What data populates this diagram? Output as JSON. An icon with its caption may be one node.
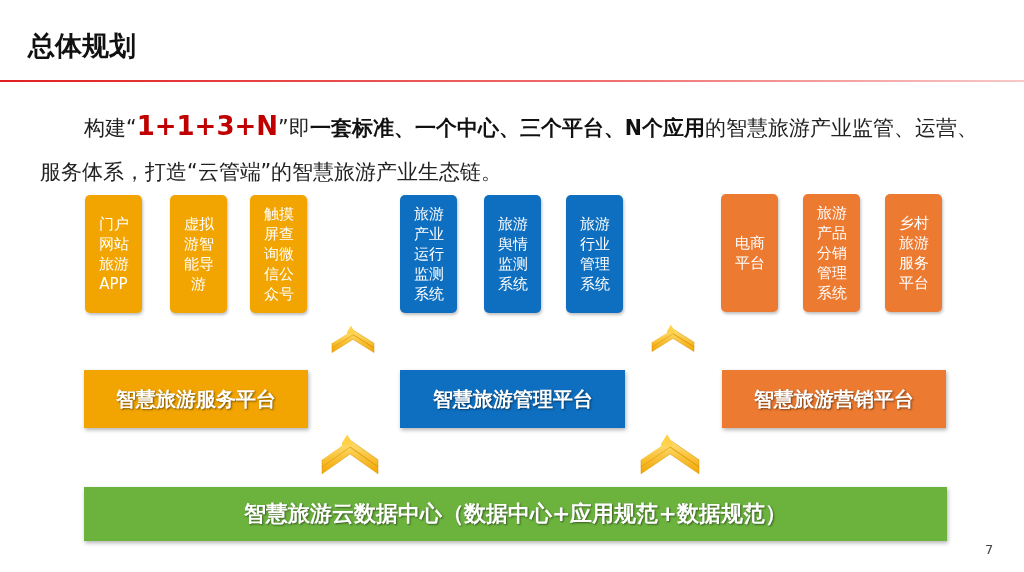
{
  "diagram": {
    "title": "总体规划",
    "nodes": [
      {
        "text": [
          "门户网站旅游APP"
        ]
      },
      {
        "text": [
          "虚拟游智能导游"
        ]
      },
      {
        "text": [
          "触摸屏查询微信公众号"
        ]
      },
      {
        "text": [
          "旅游产业运行监测系统"
        ]
      },
      {
        "text": [
          "旅游舆情监测系统"
        ]
      },
      {
        "text": [
          "旅游行业管理系统"
        ]
      },
      {
        "text": [
          "电商平台"
        ]
      },
      {
        "text": [
          "旅游产品分销管理系统"
        ]
      },
      {
        "text": [
          "乡村旅游服务平台"
        ]
      },
      {
        "text": [
          "智慧旅游服务平台"
        ]
      },
      {
        "text": [
          "智慧旅游管理平台"
        ]
      },
      {
        "text": [
          "智慧旅游营销平台"
        ]
      },
      {
        "text": [
          "智慧旅游云数据中心（数据中心+应用规范+数据规范）"
        ]
      }
    ],
    "edges": [
      {
        "from": 12,
        "to": 9,
        "arrow": "to"
      },
      {
        "from": 12,
        "to": 10,
        "arrow": "to"
      },
      {
        "from": 9,
        "to": 3,
        "arrow": "to"
      },
      {
        "from": 10,
        "to": 6,
        "arrow": "to"
      }
    ],
    "labels": [
      "构建“**1+1+3+N**”即**一套标准、一个中心、三个平台、N个应用**的智慧旅游产业监管、运营、服务体系，打造“云管端”的智慧旅游产业生态链。",
      "7"
    ]
  }
}
